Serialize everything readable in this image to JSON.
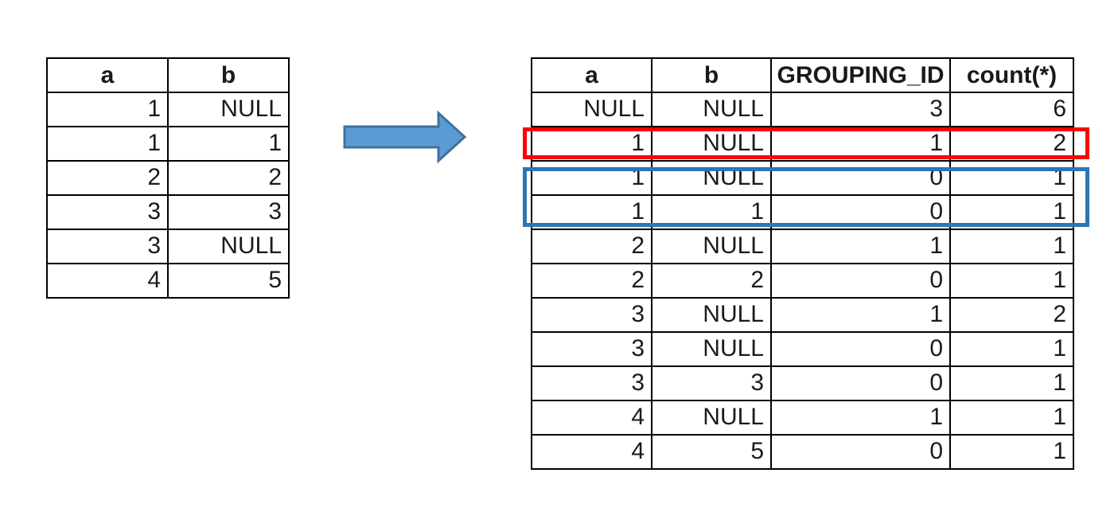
{
  "source_table": {
    "headers": [
      "a",
      "b"
    ],
    "rows": [
      [
        "1",
        "NULL"
      ],
      [
        "1",
        "1"
      ],
      [
        "2",
        "2"
      ],
      [
        "3",
        "3"
      ],
      [
        "3",
        "NULL"
      ],
      [
        "4",
        "5"
      ]
    ]
  },
  "result_table": {
    "headers": [
      "a",
      "b",
      "GROUPING_ID",
      "count(*)"
    ],
    "rows": [
      [
        "NULL",
        "NULL",
        "3",
        "6"
      ],
      [
        "1",
        "NULL",
        "1",
        "2"
      ],
      [
        "1",
        "NULL",
        "0",
        "1"
      ],
      [
        "1",
        "1",
        "0",
        "1"
      ],
      [
        "2",
        "NULL",
        "1",
        "1"
      ],
      [
        "2",
        "2",
        "0",
        "1"
      ],
      [
        "3",
        "NULL",
        "1",
        "2"
      ],
      [
        "3",
        "NULL",
        "0",
        "1"
      ],
      [
        "3",
        "3",
        "0",
        "1"
      ],
      [
        "4",
        "NULL",
        "1",
        "1"
      ],
      [
        "4",
        "5",
        "0",
        "1"
      ]
    ]
  },
  "annotations": {
    "red_box": {
      "color": "#FF0000",
      "rows_covered": [
        1
      ]
    },
    "blue_box": {
      "color": "#2E75B6",
      "rows_covered": [
        2,
        3
      ]
    }
  },
  "arrow": {
    "direction": "right",
    "fill": "#5B9BD5",
    "stroke": "#41719C"
  },
  "colors": {
    "table_border": "#000000",
    "background": "#FFFFFF"
  }
}
